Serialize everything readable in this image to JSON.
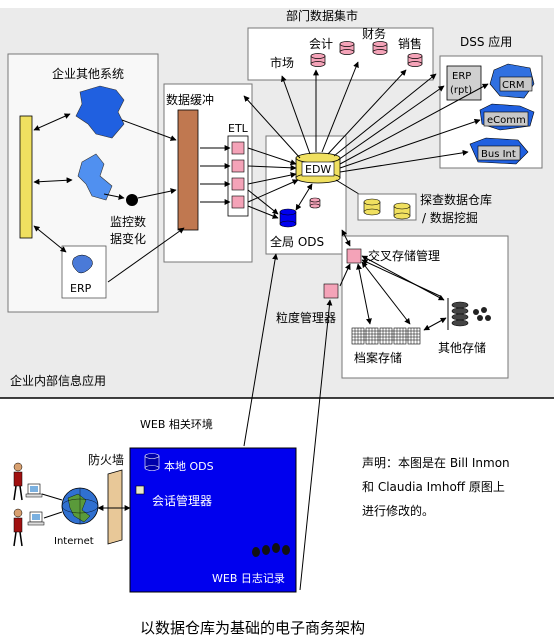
{
  "labels": {
    "dept_mart": "部门数据集市",
    "mart_market": "市场",
    "mart_accounting": "会计",
    "mart_finance": "财务",
    "mart_sales": "销售",
    "dss_apps": "DSS 应用",
    "dss_erp_line1": "ERP",
    "dss_erp_line2": "(rpt)",
    "dss_crm": "CRM",
    "dss_ecomm": "eComm",
    "dss_busint": "Bus Int",
    "other_systems": "企业其他系统",
    "data_buffer": "数据缓冲",
    "etl": "ETL",
    "edw": "EDW",
    "monitor_line1": "监控数",
    "monitor_line2": "据变化",
    "erp": "ERP",
    "global_ods": "全局 ODS",
    "explore_line1": "探查数据仓库",
    "explore_line2": "/ 数据挖掘",
    "cross_storage": "交叉存储管理",
    "granularity_mgr": "粒度管理器",
    "archive_storage": "档案存储",
    "other_storage": "其他存储",
    "internal_apps": "企业内部信息应用",
    "web_env": "WEB 相关环境",
    "firewall": "防火墙",
    "internet": "Internet",
    "local_ods": "本地 ODS",
    "session_mgr": "会话管理器",
    "web_log": "WEB 日志记录",
    "note_line1": "声明：本图是在 Bill Inmon",
    "note_line2": "和  Claudia Imhoff 原图上",
    "note_line3": "进行修改的。",
    "caption": "以数据仓库为基础的电子商务架构"
  },
  "colors": {
    "pink": "#f4a3b8",
    "yellow": "#f0e060",
    "brown": "#c07850",
    "web_blue": "#0000ee",
    "dss_bg": "#d8d8d8",
    "blue_shape": "#2060e0",
    "light_blue_shape": "#5090f0"
  }
}
